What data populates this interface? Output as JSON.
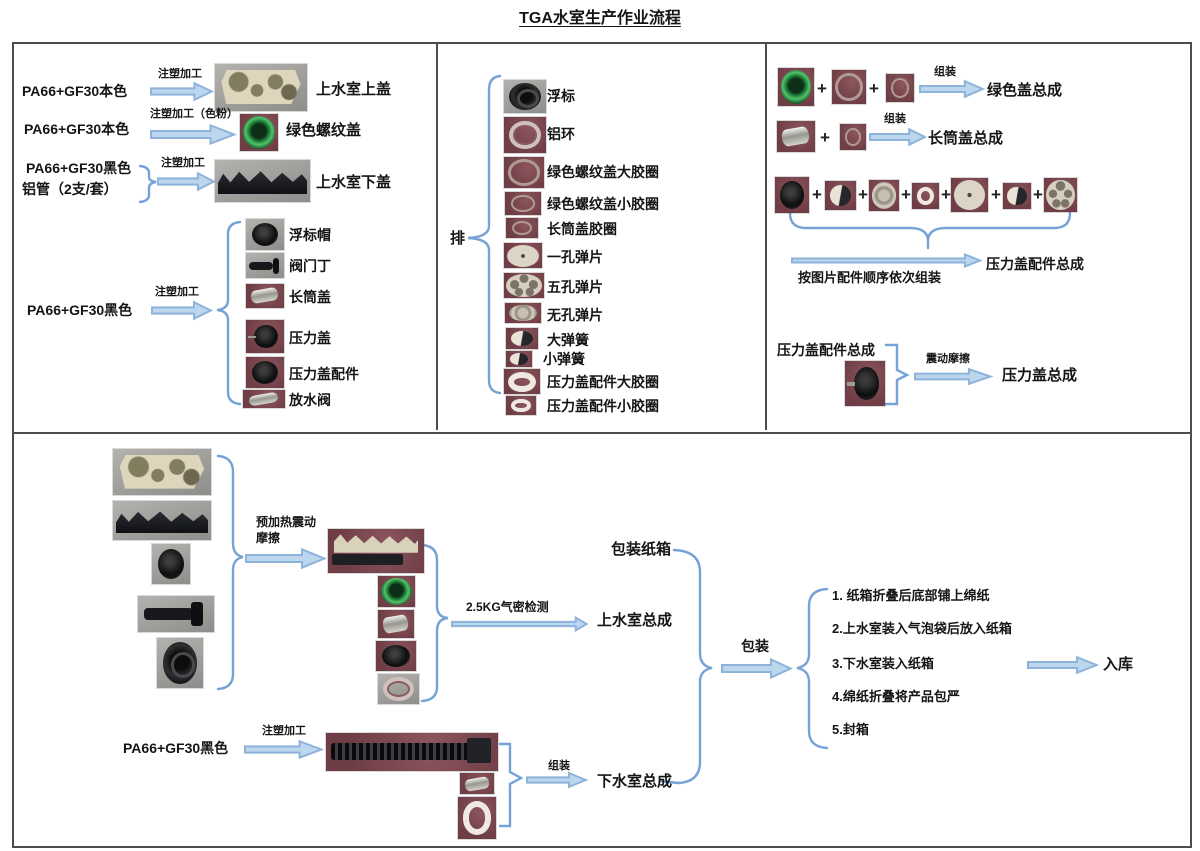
{
  "title": "TGA水室生产作业流程",
  "misc": {
    "plus": "+"
  },
  "injection_panel": {
    "row1": {
      "material": "PA66+GF30本色",
      "process": "注塑加工",
      "output": "上水室上盖"
    },
    "row2": {
      "material": "PA66+GF30本色",
      "process": "注塑加工（色粉）",
      "output": "绿色螺纹盖"
    },
    "row3": {
      "material_line1": "PA66+GF30黑色",
      "material_line2": "铝管（2支/套）",
      "process": "注塑加工",
      "output": "上水室下盖"
    },
    "row4": {
      "material": "PA66+GF30黑色",
      "process": "注塑加工",
      "outputs": [
        "浮标帽",
        "阀门丁",
        "长筒盖",
        "压力盖",
        "压力盖配件",
        "放水阀"
      ]
    }
  },
  "purchased_panel": {
    "group_label": "排",
    "items": [
      "浮标",
      "铝环",
      "绿色螺纹盖大胶圈",
      "绿色螺纹盖小胶圈",
      "长筒盖胶圈",
      "一孔弹片",
      "五孔弹片",
      "无孔弹片",
      "大弹簧",
      "小弹簧",
      "压力盖配件大胶圈",
      "压力盖配件小胶圈"
    ]
  },
  "assembly_panel": {
    "green_cap_row": {
      "process": "组装",
      "output": "绿色盖总成"
    },
    "tube_cap_row": {
      "process": "组装",
      "output": "长筒盖总成"
    },
    "pressure_parts_row": {
      "process": "按图片配件顺序依次组装",
      "output": "压力盖配件总成"
    },
    "pressure_cap_row": {
      "input": "压力盖配件总成",
      "process": "震动摩擦",
      "output": "压力盖总成"
    }
  },
  "final_panel": {
    "preheat_process_line1": "预加热震动",
    "preheat_process_line2": "摩擦",
    "airtight_process": "2.5KG气密检测",
    "upper_assembly": "上水室总成",
    "carton_label": "包装纸箱",
    "packing_process": "包装",
    "packing_steps": [
      "1. 纸箱折叠后底部铺上绵纸",
      "2.上水室装入气泡袋后放入纸箱",
      "3.下水室装入纸箱",
      "4.绵纸折叠将产品包严",
      "5.封箱"
    ],
    "warehouse": "入库",
    "lower_material": "PA66+GF30黑色",
    "lower_process": "注塑加工",
    "lower_assemble_process": "组装",
    "lower_assembly": "下水室总成"
  }
}
